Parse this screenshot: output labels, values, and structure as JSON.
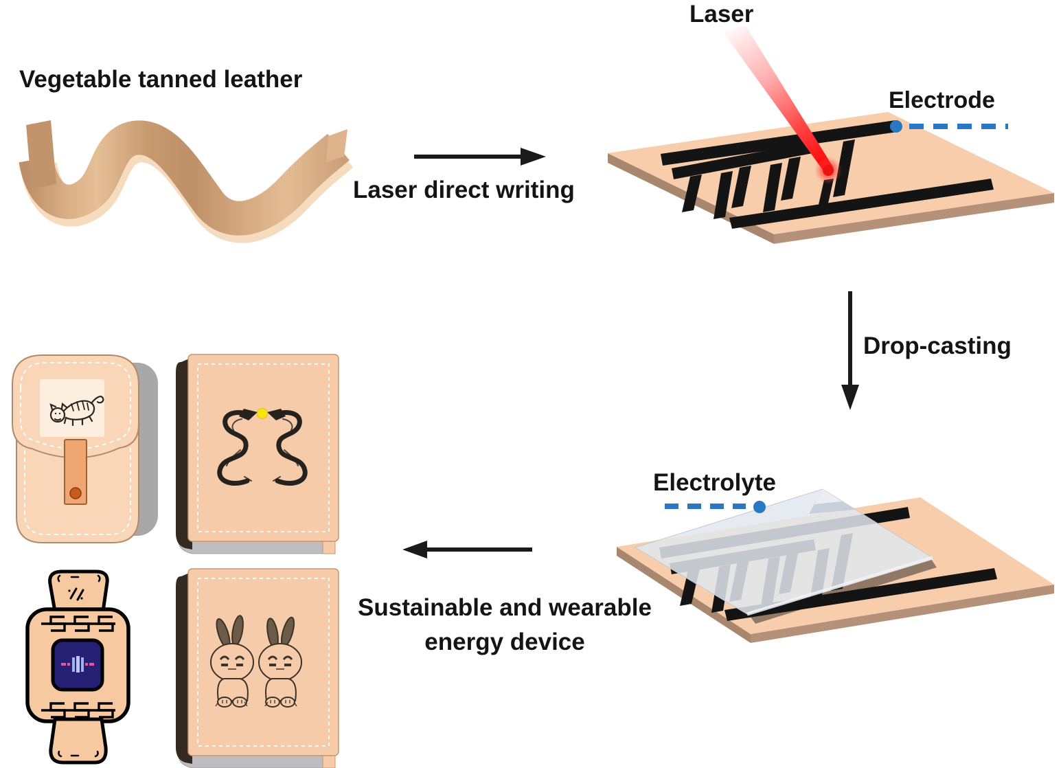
{
  "figure": {
    "material_label": "Vegetable tanned leather",
    "process": {
      "step1": "Laser direct writing",
      "step2": "Drop-casting",
      "result_line1": "Sustainable and wearable",
      "result_line2": "energy device"
    },
    "callouts": {
      "laser": "Laser",
      "electrode": "Electrode",
      "electrolyte": "Electrolyte"
    },
    "colors": {
      "leather_surface": "#F8CDAB",
      "leather_edge": "#B5917A",
      "electrode_carbon": "#141414",
      "laser_beam_red": "#FF0000",
      "callout_blue": "#2878C6",
      "electrolyte_film": "#E2E7EF",
      "watch_screen_navy": "#262074",
      "dragon_pearl_yellow": "#F8E313"
    },
    "products": {
      "bag": "leather bag with tiger engraving",
      "book_dragons": "leather book with dragon engraving",
      "watch": "leather wearable energy watch",
      "book_rabbits": "leather book with rabbit engraving"
    }
  }
}
